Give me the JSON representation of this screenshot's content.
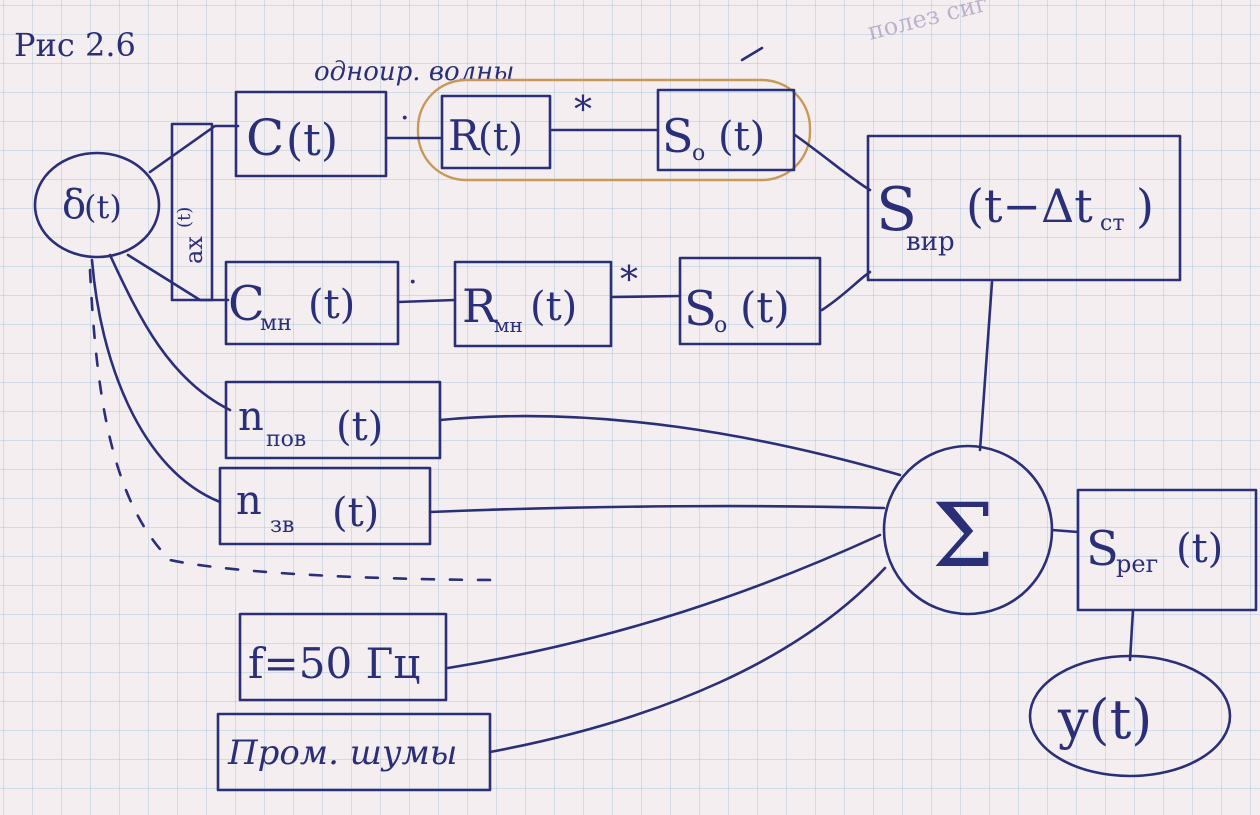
{
  "figure_label": "Рис 2.6",
  "annotation_top": "одноир. волны",
  "annotation_corner": "полез сиг",
  "nodes": {
    "delta": {
      "main": "δ",
      "arg": "(t)"
    },
    "bracket": {
      "main": "ах",
      "sup": "(t)"
    },
    "c": {
      "main": "C",
      "arg": "(t)"
    },
    "r": {
      "main": "R",
      "arg": "(t)"
    },
    "s0_top": {
      "main": "S",
      "sub": "o",
      "arg": "(t)"
    },
    "cmn": {
      "main": "C",
      "sub": "мн",
      "arg": "(t)"
    },
    "rmn": {
      "main": "R",
      "sub": "мн",
      "arg": "(t)"
    },
    "s0_bottom": {
      "main": "S",
      "sub": "o",
      "arg": "(t)"
    },
    "svir": {
      "main": "S",
      "sub": "вир",
      "arg": "(t−Δt",
      "arg_sub": "ст",
      "arg_end": ")"
    },
    "npov": {
      "main": "n",
      "sub": "пов",
      "arg": "(t)"
    },
    "nzv": {
      "main": "n",
      "sub": "зв",
      "arg": "(t)"
    },
    "f50": {
      "text": "f=50 Гц"
    },
    "prom": {
      "text": "Пром. шумы"
    },
    "sum": {
      "text": "Σ"
    },
    "sreg": {
      "main": "S",
      "sub": "рег",
      "arg": "(t)"
    },
    "y": {
      "text": "y(t)"
    }
  },
  "operators": {
    "dot": "·",
    "conv": "*"
  }
}
